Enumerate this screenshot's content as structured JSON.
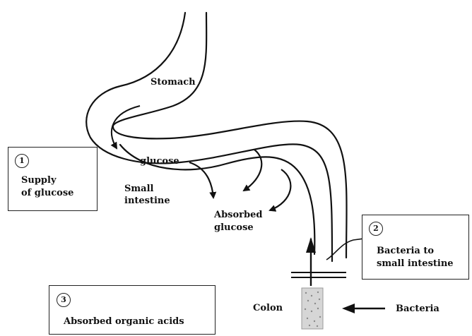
{
  "labels": {
    "stomach": "Stomach",
    "glucose": "glucose",
    "small_intestine_line1": "Small",
    "small_intestine_line2": "intestine",
    "absorbed_glucose_line1": "Absorbed",
    "absorbed_glucose_line2": "glucose",
    "colon": "Colon",
    "bacteria": "Bacteria"
  },
  "boxes": [
    {
      "number": "1",
      "line1": "Supply",
      "line2": "of glucose"
    },
    {
      "number": "2",
      "line1": "Bacteria to",
      "line2": "small intestine"
    },
    {
      "number": "3",
      "line1": "Absorbed organic acids"
    }
  ]
}
